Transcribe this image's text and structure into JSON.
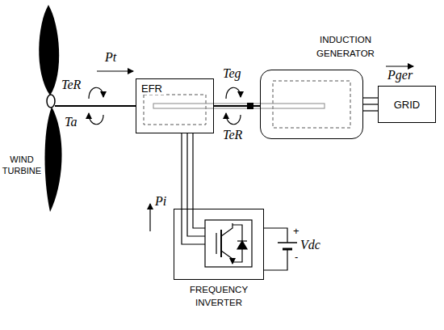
{
  "diagram": {
    "nodes": [
      {
        "text": [
          "EFR"
        ]
      },
      {
        "text": [
          "INDUCTION GENERATOR"
        ]
      },
      {
        "text": [
          "GRID"
        ]
      },
      {
        "text": [
          "FREQUENCY INVERTER"
        ]
      }
    ],
    "edges": [
      {
        "from": 0,
        "to": 1,
        "arrow": "none"
      },
      {
        "from": 1,
        "to": 2,
        "arrow": "none"
      },
      {
        "from": 0,
        "to": 3,
        "arrow": "none"
      }
    ],
    "labels": [
      "WIND TURBINE",
      "Pt",
      "TeR",
      "Ta",
      "Teg",
      "TeR",
      "Pger",
      "Pi",
      "+",
      "Vdc",
      "-"
    ]
  }
}
